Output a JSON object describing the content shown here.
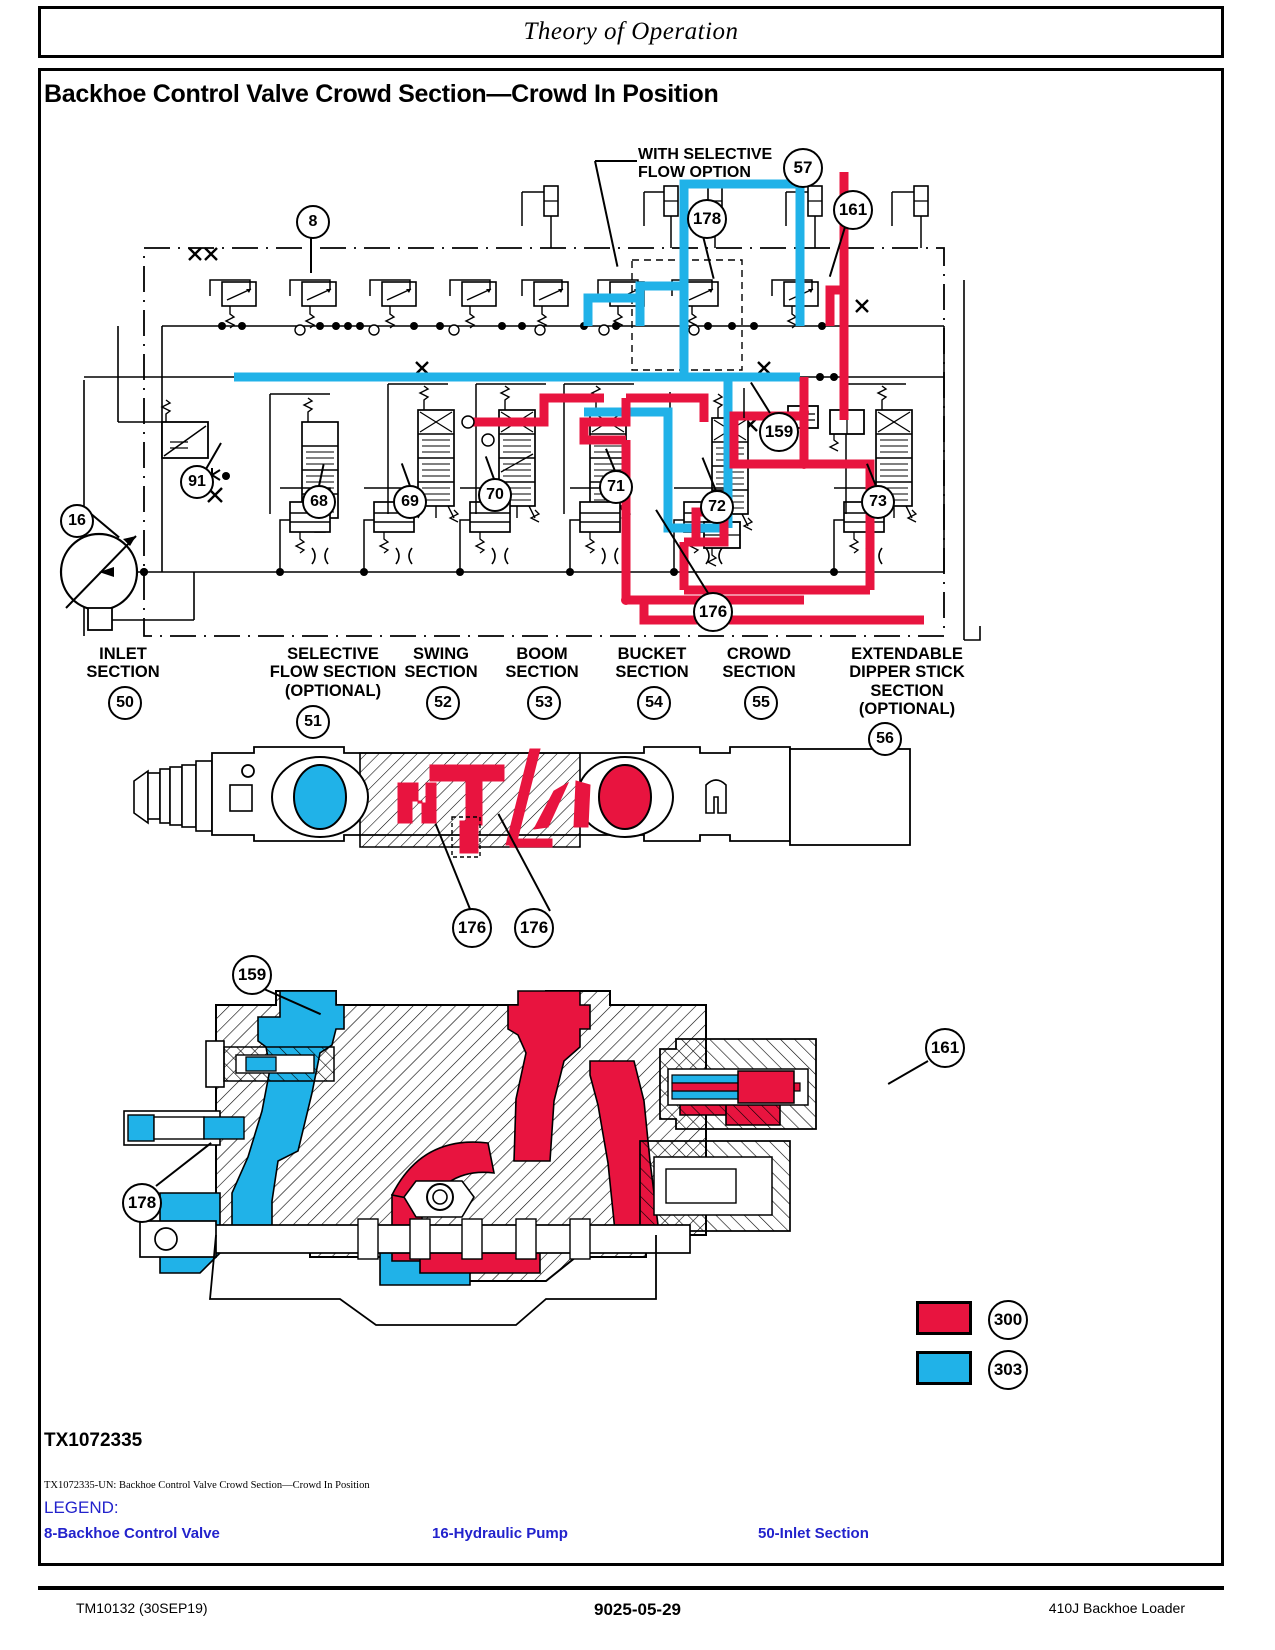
{
  "header": {
    "running_title": "Theory of Operation"
  },
  "section": {
    "title": "Backhoe Control Valve Crowd Section—Crowd In Position"
  },
  "schematic": {
    "note": {
      "line1": "WITH SELECTIVE",
      "line2": "FLOW OPTION",
      "callout": "57"
    },
    "callouts": {
      "pump": "16",
      "valve": "8",
      "inlet_relief": "91",
      "sf_spool": "68",
      "swing_spool": "69",
      "boom_spool": "70",
      "bucket_spool": "71",
      "crowd_spool": "72",
      "eds_spool": "73",
      "load_check": "159",
      "pilot_161": "161",
      "pilot_178": "178",
      "crowd_poppet": "176"
    },
    "sections": [
      {
        "lines": [
          "INLET",
          "SECTION"
        ],
        "callout": "50"
      },
      {
        "lines": [
          "SELECTIVE",
          "FLOW SECTION",
          "(OPTIONAL)"
        ],
        "callout": "51"
      },
      {
        "lines": [
          "SWING",
          "SECTION"
        ],
        "callout": "52"
      },
      {
        "lines": [
          "BOOM",
          "SECTION"
        ],
        "callout": "53"
      },
      {
        "lines": [
          "BUCKET",
          "SECTION"
        ],
        "callout": "54"
      },
      {
        "lines": [
          "CROWD",
          "SECTION"
        ],
        "callout": "55"
      },
      {
        "lines": [
          "EXTENDABLE",
          "DIPPER STICK",
          "SECTION",
          "(OPTIONAL)"
        ],
        "callout": "56"
      }
    ]
  },
  "cross_section_top": {
    "callout_a": "176",
    "callout_b": "176"
  },
  "cross_section_bottom": {
    "callout_159": "159",
    "callout_161": "161",
    "callout_178": "178"
  },
  "color_legend": [
    {
      "color": "#E8143F",
      "callout": "300"
    },
    {
      "color": "#20B2E8",
      "callout": "303"
    }
  ],
  "figure": {
    "id": "TX1072335",
    "un_caption": "TX1072335-UN: Backhoe Control Valve Crowd Section—Crowd In Position",
    "legend_heading": "LEGEND:",
    "legend_items": [
      "8-Backhoe Control Valve",
      "16-Hydraulic Pump",
      "50-Inlet Section"
    ]
  },
  "footer": {
    "left": "TM10132 (30SEP19)",
    "center": "9025-05-29",
    "right": "410J Backhoe Loader"
  },
  "colors": {
    "red": "#E8143F",
    "blue": "#20B2E8",
    "legend_text": "#2222cc"
  }
}
